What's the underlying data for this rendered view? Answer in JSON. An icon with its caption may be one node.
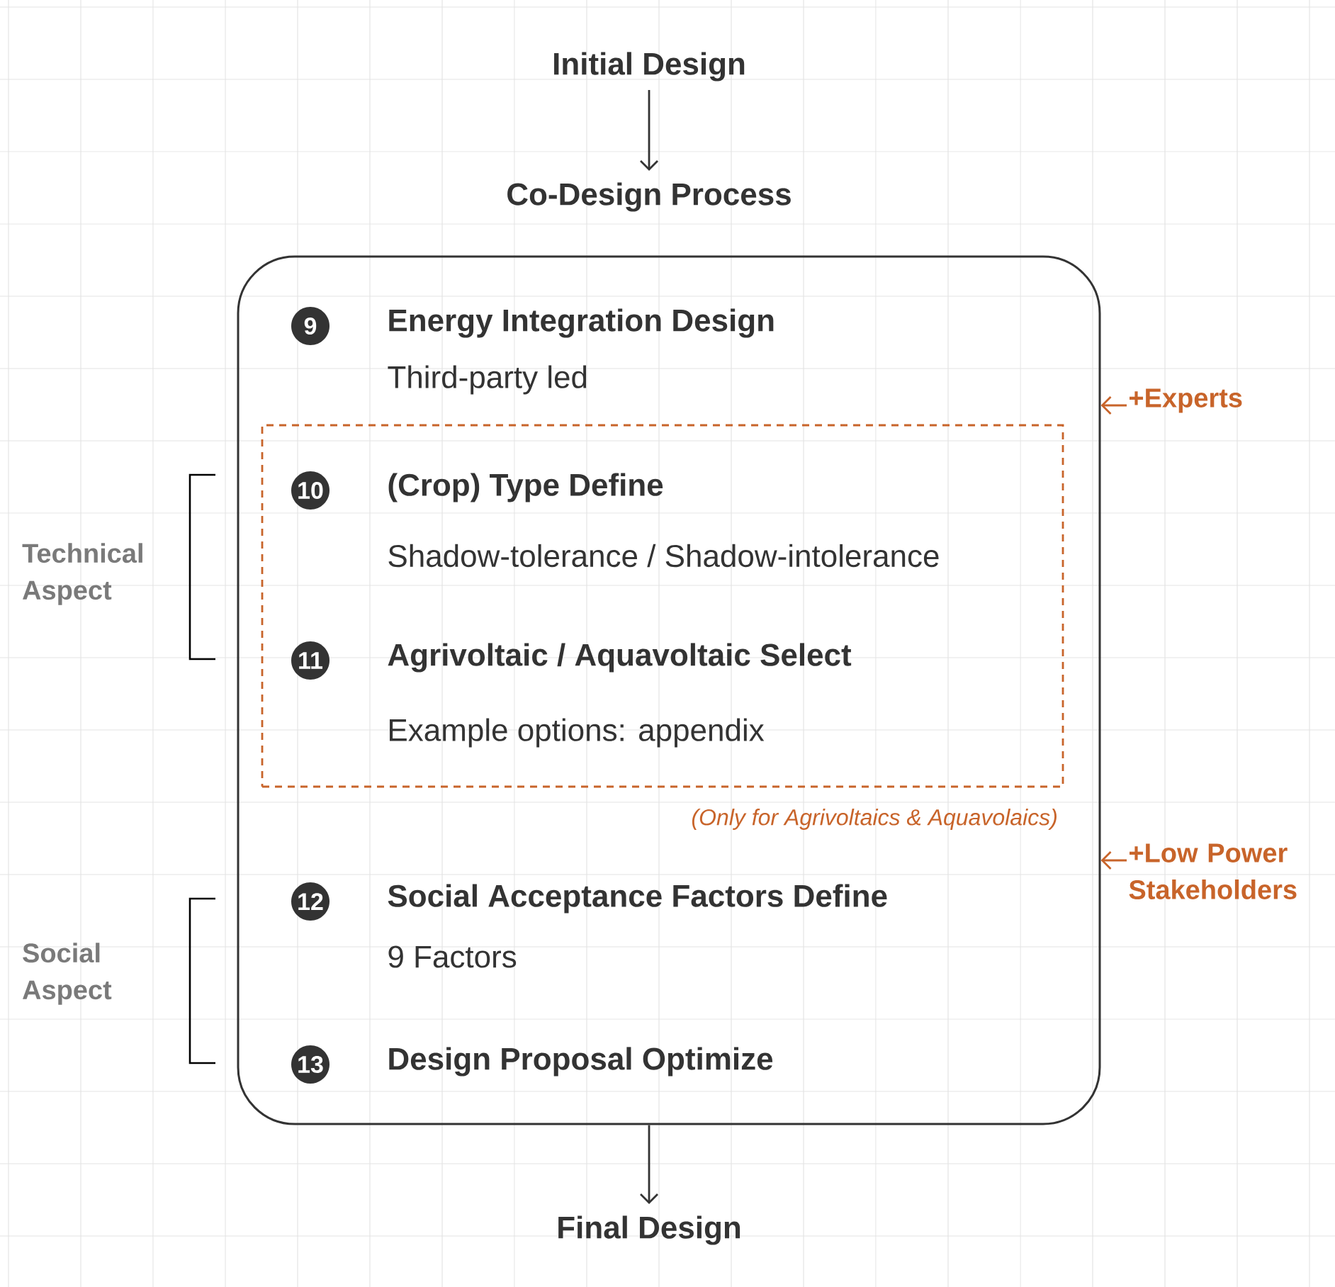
{
  "diagram": {
    "nodes": [
      {
        "text": [
          "Initial Design"
        ]
      },
      {
        "text": [
          "Co-Design Process"
        ]
      },
      {
        "text": [],
        "shape": "box"
      },
      {
        "text": [],
        "shape": "box",
        "in": 2,
        "beside": [
          "(Only for Agrivoltaics & Aquavolaics)"
        ]
      },
      {
        "text": [
          "9",
          "Energy Integration Design",
          "Third-party led"
        ],
        "in": 2
      },
      {
        "text": [
          "10",
          "(Crop) Type Define",
          "Shadow-tolerance / Shadow-intolerance"
        ],
        "in": 3
      },
      {
        "text": [
          "11",
          "Agrivoltaic / Aquavoltaic Select",
          "Example options: appendix"
        ],
        "in": 3
      },
      {
        "text": [
          "12",
          "Social Acceptance Factors Define",
          "9 Factors"
        ],
        "in": 2
      },
      {
        "text": [
          "13",
          "Design Proposal Optimize"
        ],
        "in": 2
      },
      {
        "text": [
          "+Experts"
        ]
      },
      {
        "text": [
          "+Low Power Stakeholders"
        ]
      },
      {
        "text": [
          "Final Design"
        ]
      }
    ],
    "edges": [
      {
        "from": 0,
        "to": 1,
        "arrow": "to"
      },
      {
        "from": 9,
        "to": 2,
        "arrow": "to",
        "color": "#c8642a"
      },
      {
        "from": 10,
        "to": 2,
        "arrow": "to",
        "color": "#c8642a"
      },
      {
        "from": 2,
        "to": 11,
        "arrow": "to"
      }
    ],
    "labels": [
      "Technical Aspect",
      "Social Aspect"
    ]
  }
}
